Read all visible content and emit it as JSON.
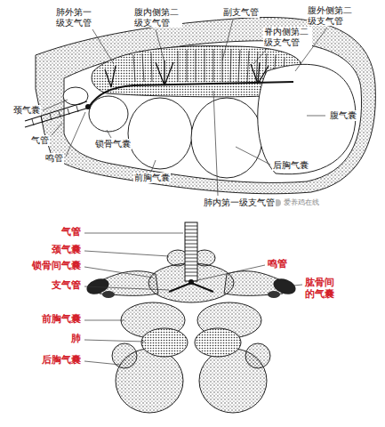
{
  "diagram": {
    "labels": [
      "肺外第一级支气管",
      "腹内侧第二级支气管",
      "副支气管",
      "腹外侧第二级支气管",
      "脊内侧第二级支气管",
      "颈气囊",
      "腹气囊",
      "气管",
      "锁骨气囊",
      "鸣管",
      "后胸气囊",
      "前胸气囊",
      "肺内第一级支气管",
      "爱养鸡在线",
      "气管",
      "颈气囊",
      "锁骨间气囊",
      "鸣管",
      "支气管",
      "肱骨间的气囊",
      "前胸气囊",
      "肺",
      "后胸气囊"
    ]
  }
}
